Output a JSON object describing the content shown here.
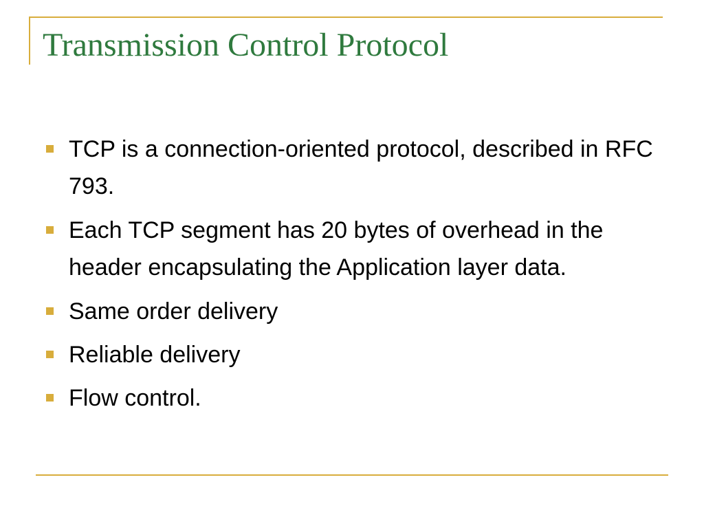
{
  "slide": {
    "title": "Transmission Control Protocol",
    "bullets": [
      {
        "text": "TCP is a connection-oriented protocol, described in RFC 793."
      },
      {
        "text": "Each TCP segment has 20 bytes of overhead in the header encapsulating the Application layer data."
      },
      {
        "text": "Same order delivery"
      },
      {
        "text": "Reliable delivery"
      },
      {
        "text": "Flow control."
      }
    ]
  },
  "colors": {
    "title": "#2f7a3e",
    "accent": "#d8ad3c",
    "text": "#000000",
    "background": "#ffffff"
  },
  "icons": {
    "bullet_marker": "square-bullet-icon"
  }
}
